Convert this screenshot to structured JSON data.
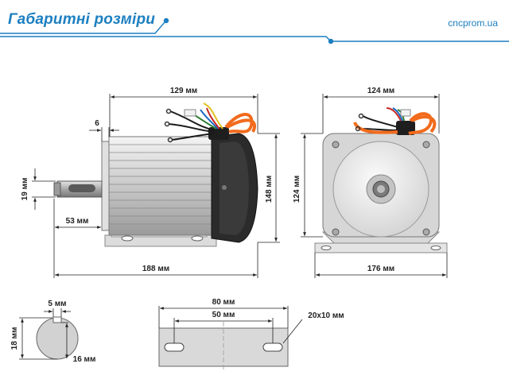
{
  "header": {
    "title": "Габаритні розміри",
    "brand": "cncprom.ua",
    "accent_color": "#1c7fc1"
  },
  "dimensions": {
    "body_length": "129 мм",
    "flange_offset": "6",
    "shaft_diameter": "19 мм",
    "shaft_length": "53 мм",
    "height": "148 мм",
    "overall_length": "188 мм",
    "front_width": "124 мм",
    "front_height": "124 мм",
    "base_width": "176 мм",
    "key_width": "5 мм",
    "shaft_d_key": "18 мм",
    "key_depth": "16 мм",
    "plate_length": "80 мм",
    "slot_spacing": "50 мм",
    "slot_size": "20х10 мм"
  }
}
